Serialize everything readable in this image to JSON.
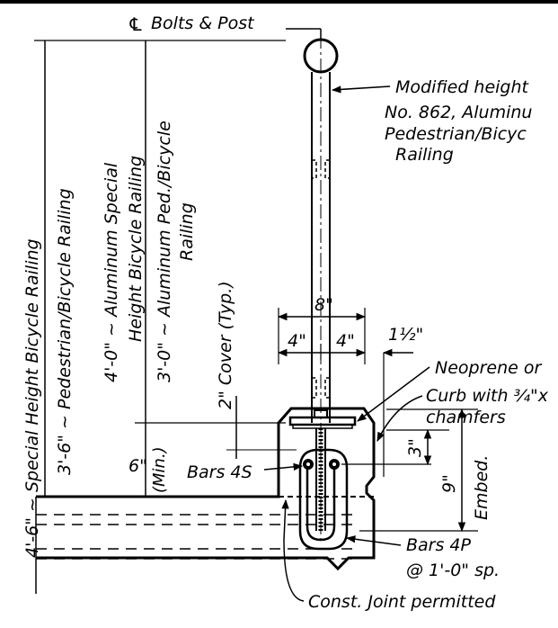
{
  "labels": {
    "centerline_symbol": "℄",
    "bolts_post": "Bolts & Post",
    "modified_height_1": "Modified height",
    "modified_height_2": "No. 862, Aluminu",
    "modified_height_3": "Pedestrian/Bicyc",
    "modified_height_4": "Railing",
    "dim_special_height": "4'-6\" ~ Special Height Bicycle Railing",
    "dim_ped_bicycle": "3'-6\" ~ Pedestrian/Bicycle Railing",
    "dim_aluminum_special_1": "4'-0\" ~ Aluminum Special",
    "dim_aluminum_special_2": "Height Bicycle Railing",
    "dim_aluminum_ped_1": "3'-0\" ~ Aluminum Ped./Bicycle",
    "dim_aluminum_ped_2": "Railing",
    "cover": "2\" Cover (Typ.)",
    "six_in": "6\"",
    "min": "(Min.)",
    "eight_in": "8\"",
    "four_in_left": "4\"",
    "four_in_right": "4\"",
    "one_half": "1½\"",
    "neoprene": "Neoprene or",
    "curb_1": "Curb with ¾\"x",
    "curb_2": "chamfers",
    "three_in": "3\"",
    "nine_in": "9\"",
    "embed": "Embed.",
    "bars_4s": "Bars 4S",
    "bars_4p_1": "Bars 4P",
    "bars_4p_2": "@ 1'-0\" sp.",
    "const_joint": "Const. Joint permitted"
  }
}
